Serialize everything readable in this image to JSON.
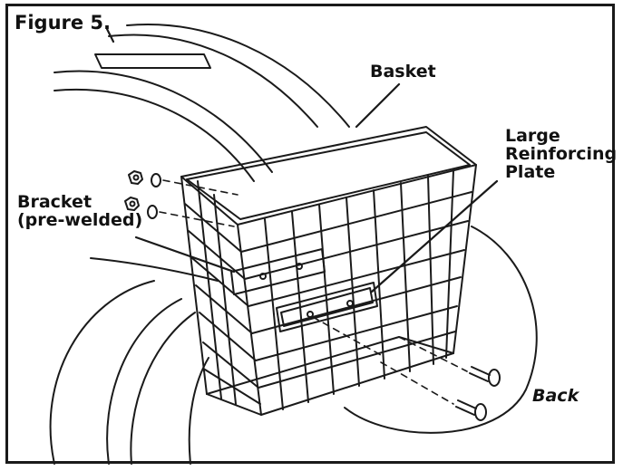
{
  "figure": {
    "title": "Figure 5.",
    "labels": {
      "basket": "Basket",
      "plate_line1": "Large",
      "plate_line2": "Reinforcing",
      "plate_line3": "Plate",
      "bracket_line1": "Bracket",
      "bracket_line2": "(pre-welded)",
      "back": "Back"
    }
  }
}
